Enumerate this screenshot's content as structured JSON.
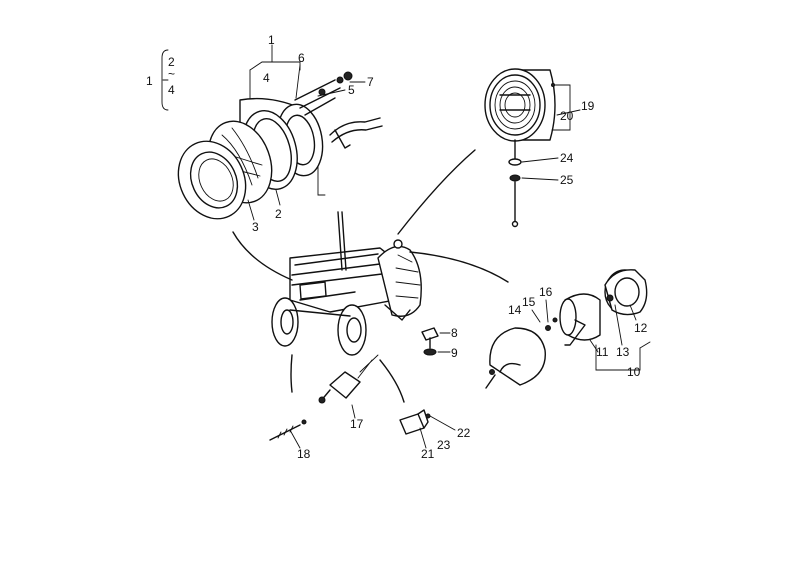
{
  "callouts": {
    "c1": "1",
    "c1b": "1",
    "c2": "2",
    "c2b": "2",
    "c3": "3",
    "c4": "4",
    "c4b": "4",
    "c5": "5",
    "c6": "6",
    "c7": "7",
    "c8": "8",
    "c9": "9",
    "c10": "10",
    "c11": "11",
    "c12": "12",
    "c13": "13",
    "c14": "14",
    "c15": "15",
    "c16": "16",
    "c17": "17",
    "c18": "18",
    "c19": "19",
    "c20": "20",
    "c21": "21",
    "c22": "22",
    "c23": "23",
    "c24": "24",
    "c25": "25"
  }
}
